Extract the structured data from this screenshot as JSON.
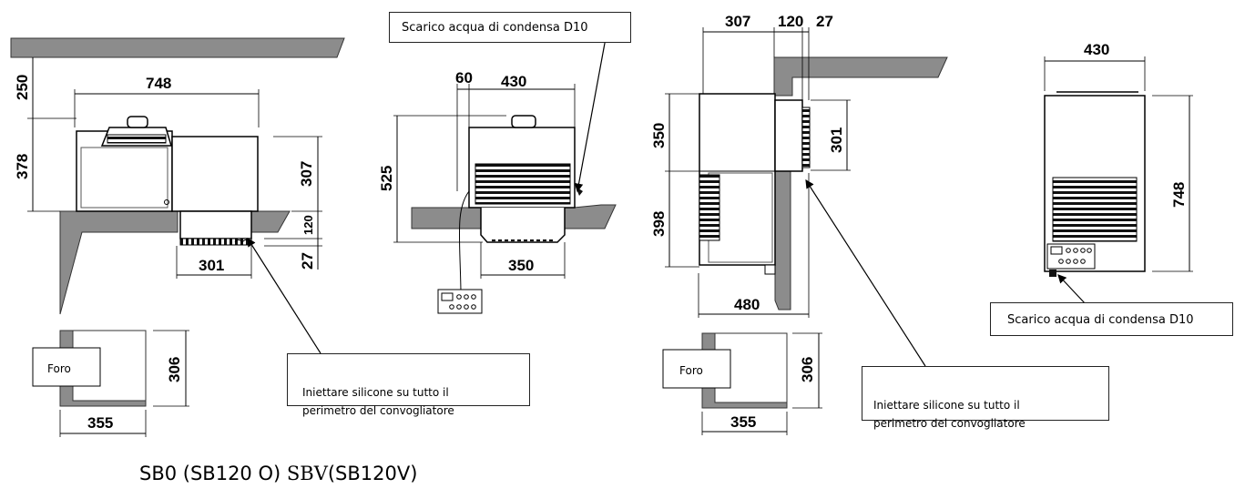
{
  "callouts": {
    "drain_top": "Scarico acqua di condensa D10",
    "drain_right": "Scarico acqua di condensa D10",
    "silicone_left": "Iniettare silicone su tutto il\nperimetro del convogliatore",
    "silicone_right": "Iniettare silicone su tutto il\nperimetro del convogliatore"
  },
  "hole_label_left": "Foro",
  "hole_label_right": "Foro",
  "dims": {
    "v1": {
      "w748": "748",
      "h250": "250",
      "h378": "378",
      "h307": "307",
      "h120": "120",
      "h27": "27",
      "w301": "301",
      "h306": "306",
      "w355": "355"
    },
    "v2": {
      "w60": "60",
      "w430": "430",
      "h525": "525",
      "w350": "350"
    },
    "v3": {
      "w307": "307",
      "w120": "120",
      "w27": "27",
      "h350": "350",
      "h301": "301",
      "h398": "398",
      "w480": "480",
      "h306": "306",
      "w355": "355"
    },
    "v4": {
      "w430": "430",
      "h748": "748"
    }
  },
  "caption": {
    "part1": "SB0 (SB120 O)",
    "part2": "SBV",
    "part3": "(SB120V)"
  }
}
